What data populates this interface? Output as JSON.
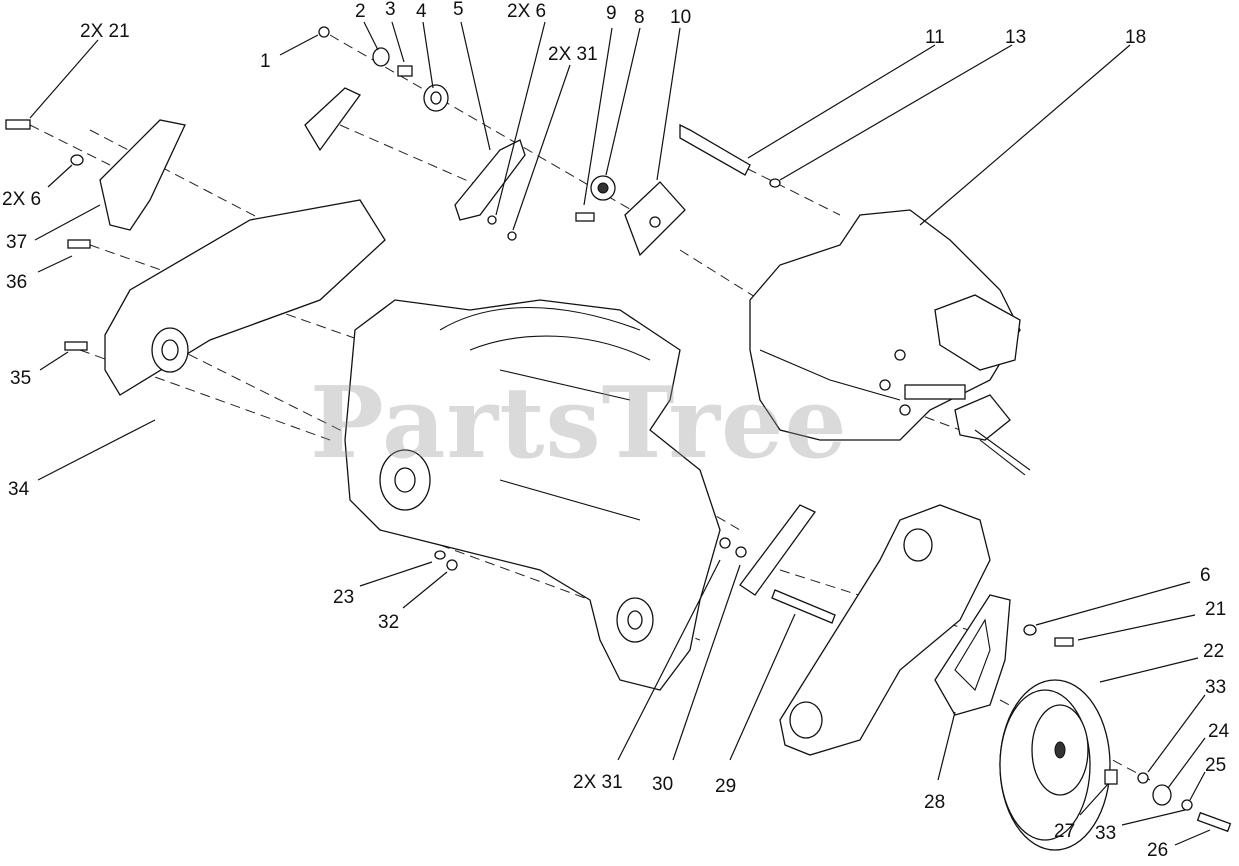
{
  "watermark": "PartsTree",
  "callouts": [
    {
      "id": "c1",
      "text": "1"
    },
    {
      "id": "c2",
      "text": "2"
    },
    {
      "id": "c3",
      "text": "3"
    },
    {
      "id": "c4",
      "text": "4"
    },
    {
      "id": "c5",
      "text": "5"
    },
    {
      "id": "c2x6a",
      "text": "2X 6"
    },
    {
      "id": "c9",
      "text": "9"
    },
    {
      "id": "c8",
      "text": "8"
    },
    {
      "id": "c10",
      "text": "10"
    },
    {
      "id": "c2x31a",
      "text": "2X 31"
    },
    {
      "id": "c11",
      "text": "11"
    },
    {
      "id": "c13",
      "text": "13"
    },
    {
      "id": "c18",
      "text": "18"
    },
    {
      "id": "c2x21",
      "text": "2X 21"
    },
    {
      "id": "c2x6b",
      "text": "2X 6"
    },
    {
      "id": "c37",
      "text": "37"
    },
    {
      "id": "c36",
      "text": "36"
    },
    {
      "id": "c35",
      "text": "35"
    },
    {
      "id": "c34",
      "text": "34"
    },
    {
      "id": "c23",
      "text": "23"
    },
    {
      "id": "c32",
      "text": "32"
    },
    {
      "id": "c2x31b",
      "text": "2X 31"
    },
    {
      "id": "c30",
      "text": "30"
    },
    {
      "id": "c29",
      "text": "29"
    },
    {
      "id": "c6",
      "text": "6"
    },
    {
      "id": "c21",
      "text": "21"
    },
    {
      "id": "c22",
      "text": "22"
    },
    {
      "id": "c28",
      "text": "28"
    },
    {
      "id": "c33a",
      "text": "33"
    },
    {
      "id": "c24",
      "text": "24"
    },
    {
      "id": "c25",
      "text": "25"
    },
    {
      "id": "c27",
      "text": "27"
    },
    {
      "id": "c33b",
      "text": "33"
    },
    {
      "id": "c26",
      "text": "26"
    }
  ]
}
